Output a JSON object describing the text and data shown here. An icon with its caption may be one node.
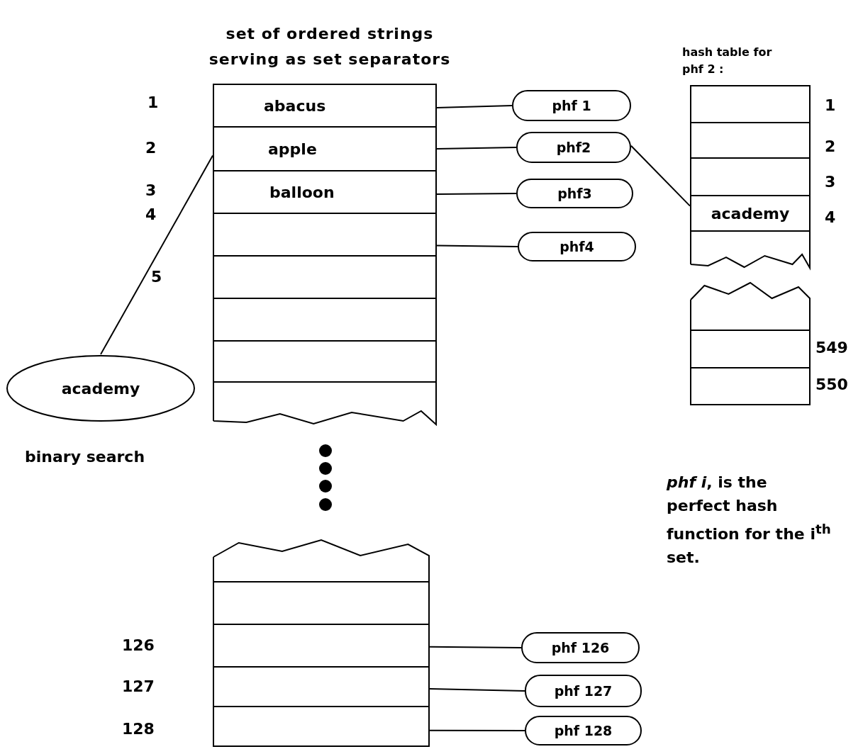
{
  "diagram": {
    "nodes": [
      {
        "text": [
          "set of ordered strings serving as set separators"
        ]
      },
      {
        "text": [
          "abacus"
        ],
        "in": 0,
        "beside": [
          "1"
        ]
      },
      {
        "text": [
          "apple"
        ],
        "in": 0,
        "beside": [
          "2"
        ]
      },
      {
        "text": [
          "balloon"
        ],
        "in": 0,
        "beside": [
          "3"
        ]
      },
      {
        "text": [],
        "shape": "box",
        "in": 0,
        "beside": [
          "4"
        ]
      },
      {
        "text": [],
        "shape": "box",
        "in": 0,
        "beside": [
          "5"
        ]
      },
      {
        "text": [],
        "shape": "box",
        "in": 0
      },
      {
        "text": [],
        "shape": "box",
        "in": 0
      },
      {
        "text": [],
        "shape": "box",
        "in": 0
      },
      {
        "text": [
          "phf 1"
        ]
      },
      {
        "text": [
          "phf2"
        ]
      },
      {
        "text": [
          "phf3"
        ]
      },
      {
        "text": [
          "phf4"
        ]
      },
      {
        "text": [
          "hash table for phf 2 :"
        ]
      },
      {
        "text": [],
        "shape": "box",
        "in": 13,
        "beside": [
          "1"
        ]
      },
      {
        "text": [],
        "shape": "box",
        "in": 13,
        "beside": [
          "2"
        ]
      },
      {
        "text": [],
        "shape": "box",
        "in": 13,
        "beside": [
          "3"
        ]
      },
      {
        "text": [
          "academy"
        ],
        "in": 13,
        "beside": [
          "4"
        ]
      },
      {
        "text": [],
        "shape": "box",
        "in": 13
      },
      {
        "text": [],
        "shape": "box"
      },
      {
        "text": [],
        "shape": "box",
        "beside": [
          "549"
        ]
      },
      {
        "text": [],
        "shape": "box",
        "beside": [
          "550"
        ]
      },
      {
        "text": [
          "academy"
        ]
      },
      {
        "text": [],
        "shape": "box"
      },
      {
        "text": [],
        "shape": "box"
      },
      {
        "text": [],
        "shape": "box",
        "beside": [
          "126"
        ]
      },
      {
        "text": [],
        "shape": "box",
        "beside": [
          "127"
        ]
      },
      {
        "text": [],
        "shape": "box",
        "beside": [
          "128"
        ]
      },
      {
        "text": [
          "phf 126"
        ]
      },
      {
        "text": [
          "phf 127"
        ]
      },
      {
        "text": [
          "phf 128"
        ]
      }
    ],
    "edges": [
      {
        "from": 1,
        "to": 9,
        "arrow": "none"
      },
      {
        "from": 2,
        "to": 10,
        "arrow": "none"
      },
      {
        "from": 3,
        "to": 11,
        "arrow": "none"
      },
      {
        "from": 4,
        "to": 12,
        "arrow": "none"
      },
      {
        "from": 10,
        "to": 17,
        "arrow": "none"
      },
      {
        "from": 22,
        "to": 2,
        "arrow": "none"
      },
      {
        "from": 25,
        "to": 28,
        "arrow": "none"
      },
      {
        "from": 26,
        "to": 29,
        "arrow": "none"
      },
      {
        "from": 27,
        "to": 30,
        "arrow": "none"
      }
    ],
    "labels": [
      "binary search",
      "*phf i*, is the perfect hash function for the i$^{th}$ set."
    ]
  }
}
